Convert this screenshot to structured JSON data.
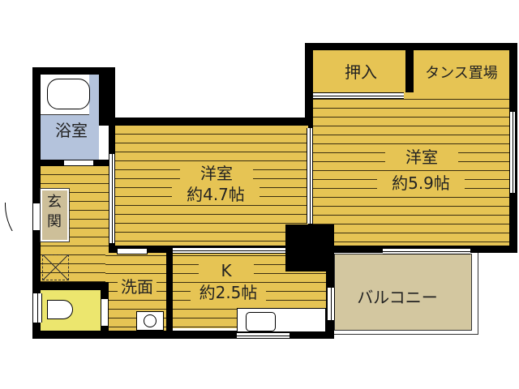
{
  "floorplan": {
    "rooms": {
      "bath": {
        "label": "浴室"
      },
      "entrance": {
        "label_line1": "玄",
        "label_line2": "関"
      },
      "washroom": {
        "label": "洗面"
      },
      "western_room_1": {
        "name": "洋室",
        "size": "約4.7帖"
      },
      "western_room_2": {
        "name": "洋室",
        "size": "約5.9帖"
      },
      "kitchen": {
        "name": "K",
        "size": "約2.5帖"
      },
      "closet": {
        "label": "押入"
      },
      "wardrobe_space": {
        "label": "タンス置場"
      },
      "balcony": {
        "label": "バルコニー"
      }
    },
    "colors": {
      "wall": "#000000",
      "wood_floor": "#e6c454",
      "bath_floor": "#b4c3dc",
      "toilet_floor": "#ece66e",
      "balcony_floor": "#d3c7a0",
      "entrance_tile": "#cdbf99"
    }
  }
}
